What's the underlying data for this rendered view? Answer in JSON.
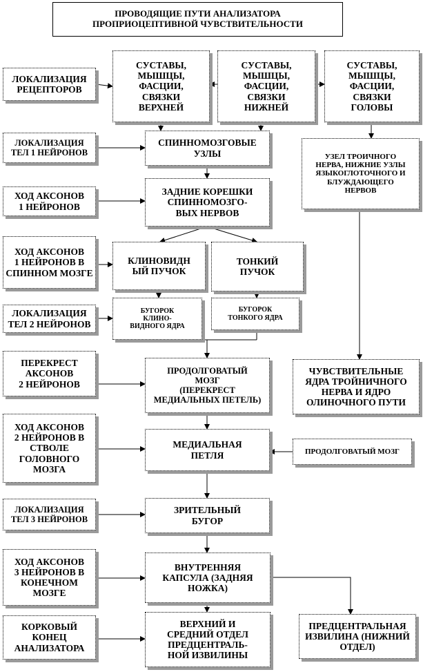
{
  "title": "ПРОВОДЯЩИЕ ПУТИ АНАЛИЗАТОРА\nПРОПРИОЦЕПТИВНОЙ ЧУВСТВИТЕЛЬНОСТИ",
  "left_labels": {
    "receptor_location": "ЛОКАЛИЗАЦИЯ\nРЕЦЕПТОРОВ",
    "neuron1_bodies": "ЛОКАЛИЗАЦИЯ\nТЕЛ 1 НЕЙРОНОВ",
    "neuron1_axons": "ХОД АКСОНОВ\n1 НЕЙРОНОВ",
    "neuron1_axons_spinal": "ХОД АКСОНОВ\n1 НЕЙРОНОВ В\nСПИННОМ МОЗГЕ",
    "neuron2_bodies": "ЛОКАЛИЗАЦИЯ\nТЕЛ 2 НЕЙРОНОВ",
    "neuron2_crossing": "ПЕРЕКРЕСТ\nАКСОНОВ\n2 НЕЙРОНОВ",
    "neuron2_axons_brainstem": "ХОД АКСОНОВ\n2 НЕЙРОНОВ В\nСТВОЛЕ\nГОЛОВНОГО\nМОЗГА",
    "neuron3_bodies": "ЛОКАЛИЗАЦИЯ\nТЕЛ 3 НЕЙРОНОВ",
    "neuron3_axons_telencephalon": "ХОД АКСОНОВ\n3 НЕЙРОНОВ В\nКОНЕЧНОМ\nМОЗГЕ",
    "cortical_end": "КОРКОВЫЙ\nКОНЕЦ\nАНАЛИЗАТОРА"
  },
  "nodes": {
    "joints_upper": "СУСТАВЫ,\nМЫШЦЫ,\nФАСЦИИ,\nСВЯЗКИ\nВЕРХНЕЙ",
    "joints_lower": "СУСТАВЫ,\nМЫШЦЫ,\nФАСЦИИ,\nСВЯЗКИ\nНИЖНЕЙ",
    "joints_head": "СУСТАВЫ,\nМЫШЦЫ,\nФАСЦИИ,\nСВЯЗКИ\nГОЛОВЫ",
    "spinal_ganglia": "СПИННОМОЗГОВЫЕ\nУЗЛЫ",
    "dorsal_roots": "ЗАДНИЕ КОРЕШКИ\nСПИННОМОЗГО-\nВЫХ НЕРВОВ",
    "cuneate_fasciculus": "КЛИНОВИДН\nЫЙ ПУЧОК",
    "gracile_fasciculus": "ТОНКИЙ\nПУЧОК",
    "cuneate_nucleus": "БУГОРОК\nКЛИНО-\nВИДНОГО ЯДРА",
    "gracile_nucleus": "БУГОРОК\nТОНКОГО ЯДРА",
    "medulla_crossing": "ПРОДОЛГОВАТЫЙ\nМОЗГ\n(ПЕРЕКРЕСТ\nМЕДИАЛЬНЫХ ПЕТЕЛЬ)",
    "medial_lemniscus": "МЕДИАЛЬНАЯ\nПЕТЛЯ",
    "thalamus": "ЗРИТЕЛЬНЫЙ\nБУГОР",
    "internal_capsule": "ВНУТРЕННЯЯ\nКАПСУЛА (ЗАДНЯЯ\nНОЖКА)",
    "precentral_upper_middle": "ВЕРХНИЙ И\nСРЕДНИЙ ОТДЕЛ\nПРЕДЦЕНТРАЛЬ-\nНОЙ ИЗВИЛИНЫ",
    "trigeminal_ganglion": "УЗЕЛ ТРОИЧНОГО\nНЕРВА, НИЖНИЕ УЗЛЫ\nЯЗЫКОГЛОТОЧНОГО И\nБЛУЖДАЮЩЕГО\nНЕРВОВ",
    "sensory_nuclei": "ЧУВСТВИТЕЛЬНЫЕ\nЯДРА ТРОЙНИЧНОГО\nНЕРВА И ЯДРО\nОЛИНОЧНОГО ПУТИ",
    "medulla_right": "ПРОДОЛГОВАТЫЙ МОЗГ",
    "precentral_lower": "ПРЕДЦЕНТРАЛЬНАЯ\nИЗВИЛИНА (НИЖНИЙ\nОТДЕЛ)"
  }
}
